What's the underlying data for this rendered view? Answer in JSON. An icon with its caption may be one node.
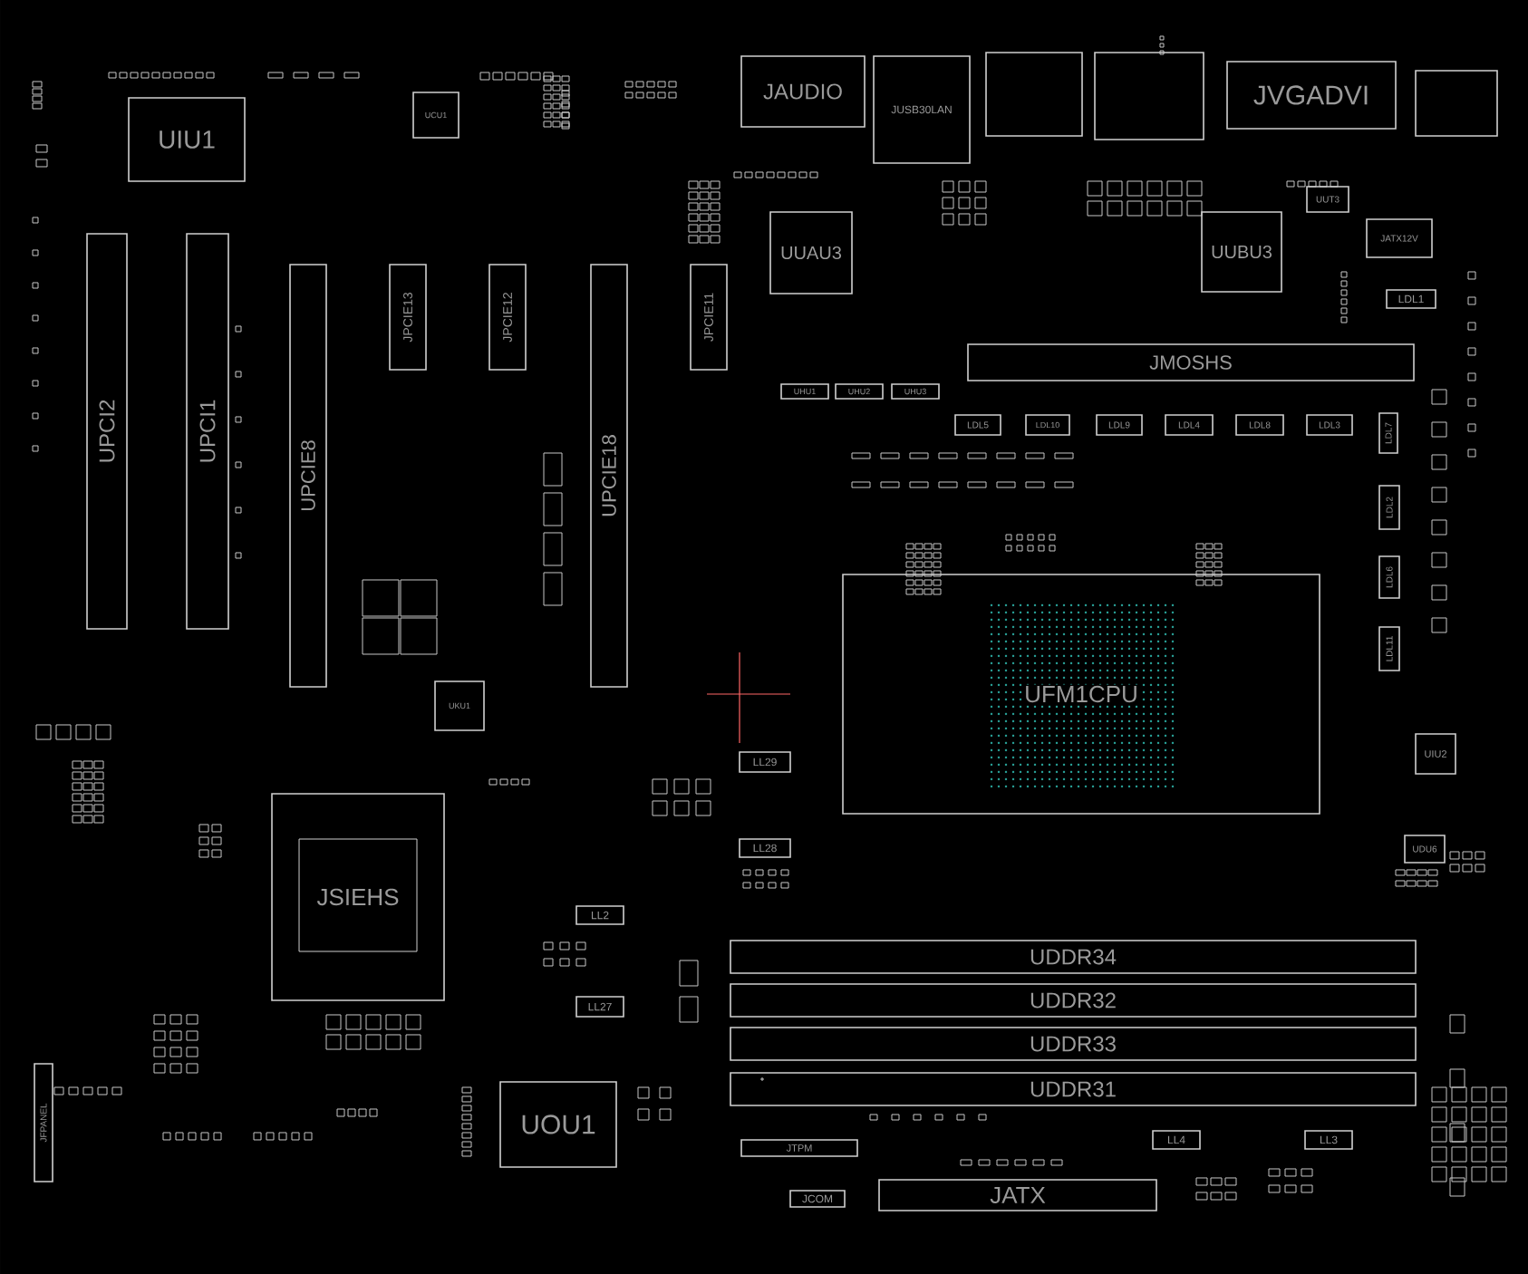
{
  "diagram": {
    "nodes": [
      {
        "text": [
          "UIU1"
        ]
      },
      {
        "text": [
          "UCU1"
        ]
      },
      {
        "text": [
          "JAUDIO"
        ]
      },
      {
        "text": [
          "JUSB30LAN"
        ]
      },
      {
        "text": [],
        "shape": "box"
      },
      {
        "text": [],
        "shape": "box"
      },
      {
        "text": [
          "JVGADVI"
        ]
      },
      {
        "text": [],
        "shape": "box"
      },
      {
        "text": [
          "UUAU3"
        ]
      },
      {
        "text": [
          "UUT3"
        ]
      },
      {
        "text": [
          "UUBU3"
        ]
      },
      {
        "text": [
          "JATX12V"
        ]
      },
      {
        "text": [
          "LDL1"
        ]
      },
      {
        "text": [
          "UPCI2"
        ]
      },
      {
        "text": [
          "UPCI1"
        ]
      },
      {
        "text": [
          "UPCIE8"
        ]
      },
      {
        "text": [
          "JPCIE13"
        ]
      },
      {
        "text": [
          "JPCIE12"
        ]
      },
      {
        "text": [
          "UPCIE18"
        ]
      },
      {
        "text": [
          "JPCIE11"
        ]
      },
      {
        "text": [
          "JMOSHS"
        ]
      },
      {
        "text": [
          "UHU1"
        ]
      },
      {
        "text": [
          "UHU2"
        ]
      },
      {
        "text": [
          "UHU3"
        ]
      },
      {
        "text": [
          "LDL5"
        ]
      },
      {
        "text": [
          "LDL10"
        ]
      },
      {
        "text": [
          "LDL9"
        ]
      },
      {
        "text": [
          "LDL4"
        ]
      },
      {
        "text": [
          "LDL8"
        ]
      },
      {
        "text": [
          "LDL3"
        ]
      },
      {
        "text": [
          "LDL7"
        ]
      },
      {
        "text": [
          "LDL2"
        ]
      },
      {
        "text": [
          "LDL6"
        ]
      },
      {
        "text": [
          "LDL11"
        ]
      },
      {
        "text": [
          "UFM1CPU"
        ]
      },
      {
        "text": [
          "UKU1"
        ]
      },
      {
        "text": [
          "UIU2"
        ]
      },
      {
        "text": [
          "LL29"
        ]
      },
      {
        "text": [
          "LL28"
        ]
      },
      {
        "text": [
          "UDU6"
        ]
      },
      {
        "text": [
          "JSIEHS"
        ]
      },
      {
        "text": [
          "LL2"
        ]
      },
      {
        "text": [
          "LL27"
        ]
      },
      {
        "text": [
          "UDDR34"
        ]
      },
      {
        "text": [
          "UDDR32"
        ]
      },
      {
        "text": [
          "UDDR33"
        ]
      },
      {
        "text": [
          "UDDR31"
        ]
      },
      {
        "text": [
          "JFPANEL"
        ]
      },
      {
        "text": [
          "UOU1"
        ]
      },
      {
        "text": [
          "LL4"
        ]
      },
      {
        "text": [
          "LL3"
        ]
      },
      {
        "text": [
          "JTPM"
        ]
      },
      {
        "text": [
          "JATX"
        ]
      },
      {
        "text": [
          "JCOM"
        ]
      }
    ]
  }
}
